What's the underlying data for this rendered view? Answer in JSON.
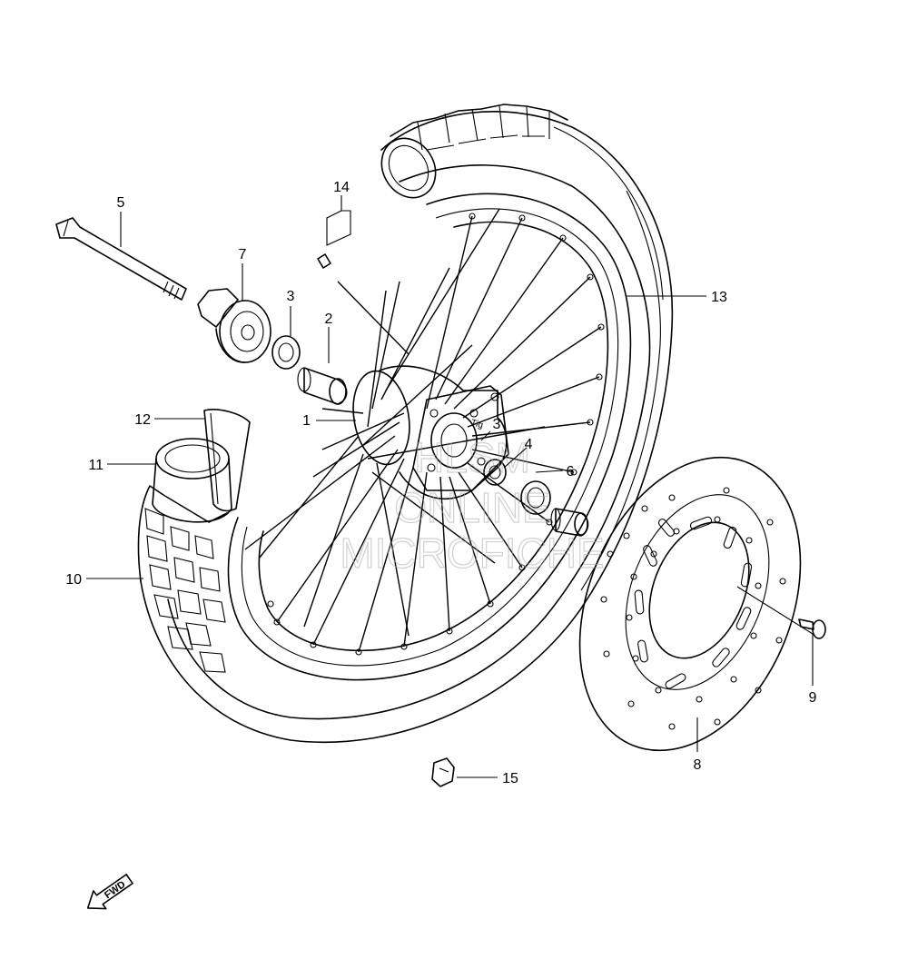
{
  "callouts": [
    {
      "id": "1",
      "label": "1"
    },
    {
      "id": "2",
      "label": "2"
    },
    {
      "id": "3a",
      "label": "3"
    },
    {
      "id": "3b",
      "label": "3"
    },
    {
      "id": "4",
      "label": "4"
    },
    {
      "id": "5",
      "label": "5"
    },
    {
      "id": "6",
      "label": "6"
    },
    {
      "id": "7",
      "label": "7"
    },
    {
      "id": "8",
      "label": "8"
    },
    {
      "id": "9",
      "label": "9"
    },
    {
      "id": "10",
      "label": "10"
    },
    {
      "id": "11",
      "label": "11"
    },
    {
      "id": "12",
      "label": "12"
    },
    {
      "id": "13",
      "label": "13"
    },
    {
      "id": "14",
      "label": "14"
    },
    {
      "id": "15",
      "label": "15"
    }
  ],
  "watermark": {
    "line1": "HLSM",
    "line2": "ONLINE",
    "line3": "MICROFICHE"
  },
  "forward_arrow": {
    "label": "FWD"
  },
  "hub_marking": "Tig"
}
